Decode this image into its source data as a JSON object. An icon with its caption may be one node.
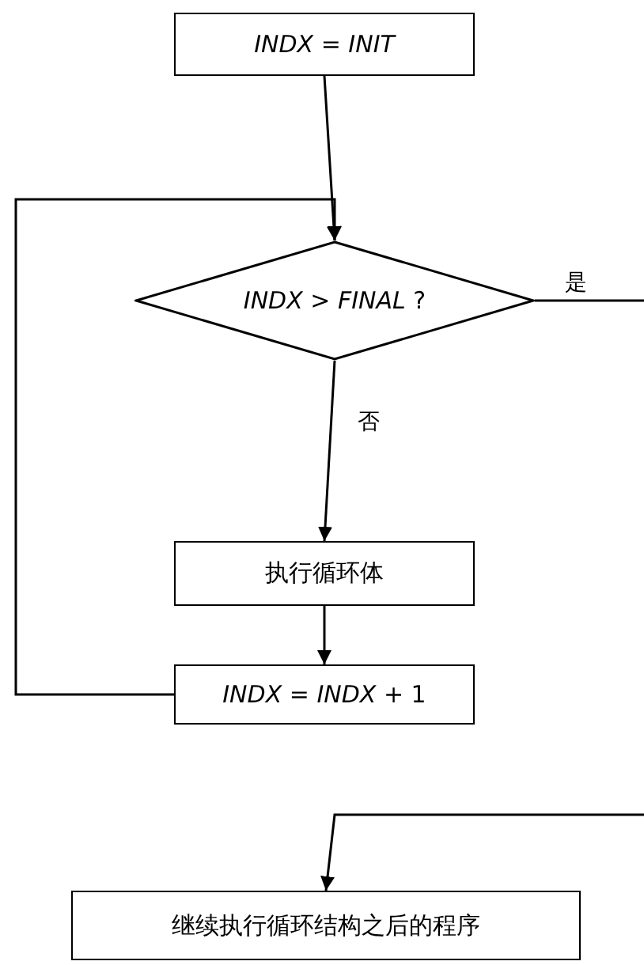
{
  "diagram": {
    "nodes": [
      {
        "text": [
          "*INDX* = *INIT*"
        ]
      },
      {
        "text": [
          "*INDX* > *FINAL* ?"
        ]
      },
      {
        "text": [
          "执行循环体"
        ]
      },
      {
        "text": [
          "*INDX* = *INDX* + 1"
        ]
      },
      {
        "text": [
          "继续执行循环结构之后的程序"
        ]
      }
    ],
    "edges": [
      {
        "from": 0,
        "to": 1,
        "arrow": "to"
      },
      {
        "from": 1,
        "to": 2,
        "arrow": "to",
        "label": "否"
      },
      {
        "from": 2,
        "to": 3,
        "arrow": "to"
      },
      {
        "from": 3,
        "to": 1,
        "arrow": "to"
      },
      {
        "from": 1,
        "to": null,
        "arrow": "none",
        "label": "是"
      },
      {
        "from": null,
        "to": 4,
        "arrow": "to"
      }
    ]
  }
}
